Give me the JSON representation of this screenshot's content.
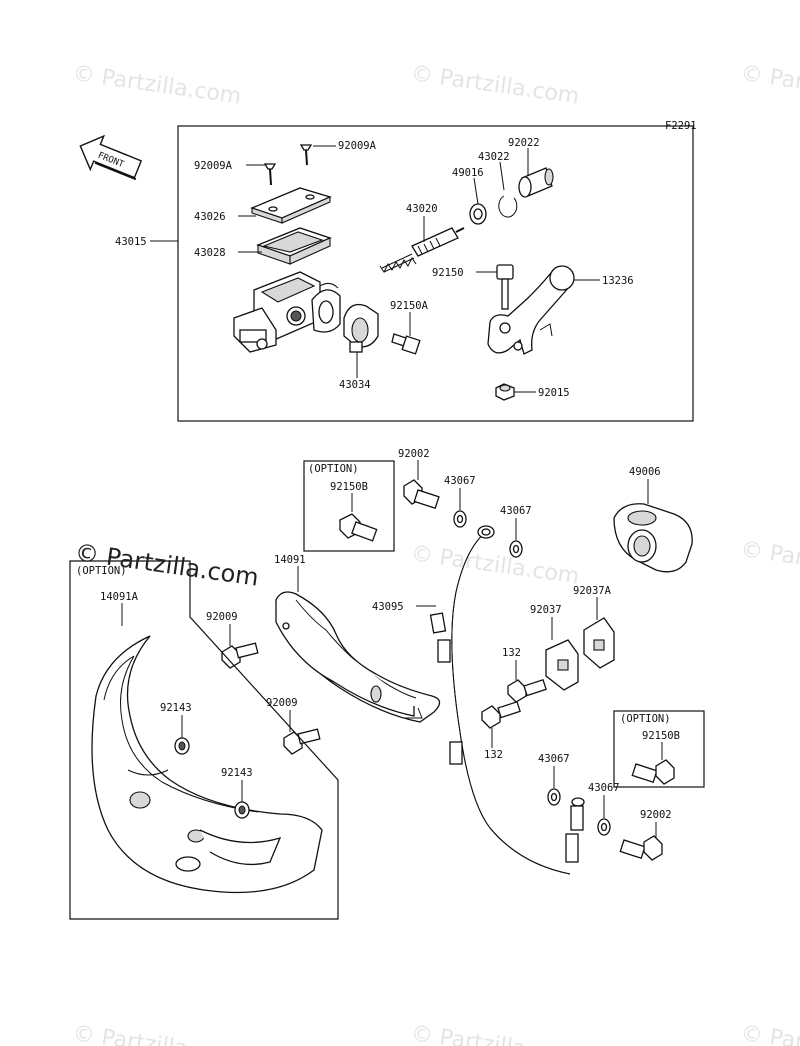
{
  "figure_code": "F2291",
  "front_label": "FRONT",
  "option_label": "(OPTION)",
  "watermark": "© Partzilla.com",
  "watermark_secondary": "© Partzilla.com",
  "callouts": [
    {
      "id": "92009A-r",
      "text": "92009A"
    },
    {
      "id": "92009A-l",
      "text": "92009A"
    },
    {
      "id": "43026",
      "text": "43026"
    },
    {
      "id": "43028",
      "text": "43028"
    },
    {
      "id": "43015",
      "text": "43015"
    },
    {
      "id": "43020",
      "text": "43020"
    },
    {
      "id": "49016",
      "text": "49016"
    },
    {
      "id": "43022",
      "text": "43022"
    },
    {
      "id": "92022",
      "text": "92022"
    },
    {
      "id": "92150",
      "text": "92150"
    },
    {
      "id": "13236",
      "text": "13236"
    },
    {
      "id": "92150A",
      "text": "92150A"
    },
    {
      "id": "43034",
      "text": "43034"
    },
    {
      "id": "92015",
      "text": "92015"
    },
    {
      "id": "92002-t",
      "text": "92002"
    },
    {
      "id": "92150B-t",
      "text": "92150B"
    },
    {
      "id": "43067-a",
      "text": "43067"
    },
    {
      "id": "43067-b",
      "text": "43067"
    },
    {
      "id": "49006",
      "text": "49006"
    },
    {
      "id": "14091",
      "text": "14091"
    },
    {
      "id": "14091A",
      "text": "14091A"
    },
    {
      "id": "92009-a",
      "text": "92009"
    },
    {
      "id": "92009-b",
      "text": "92009"
    },
    {
      "id": "43095",
      "text": "43095"
    },
    {
      "id": "92037",
      "text": "92037"
    },
    {
      "id": "92037A",
      "text": "92037A"
    },
    {
      "id": "132-a",
      "text": "132"
    },
    {
      "id": "132-b",
      "text": "132"
    },
    {
      "id": "92143-a",
      "text": "92143"
    },
    {
      "id": "92143-b",
      "text": "92143"
    },
    {
      "id": "92150B-b",
      "text": "92150B"
    },
    {
      "id": "43067-c",
      "text": "43067"
    },
    {
      "id": "43067-d",
      "text": "43067"
    },
    {
      "id": "92002-b",
      "text": "92002"
    }
  ]
}
